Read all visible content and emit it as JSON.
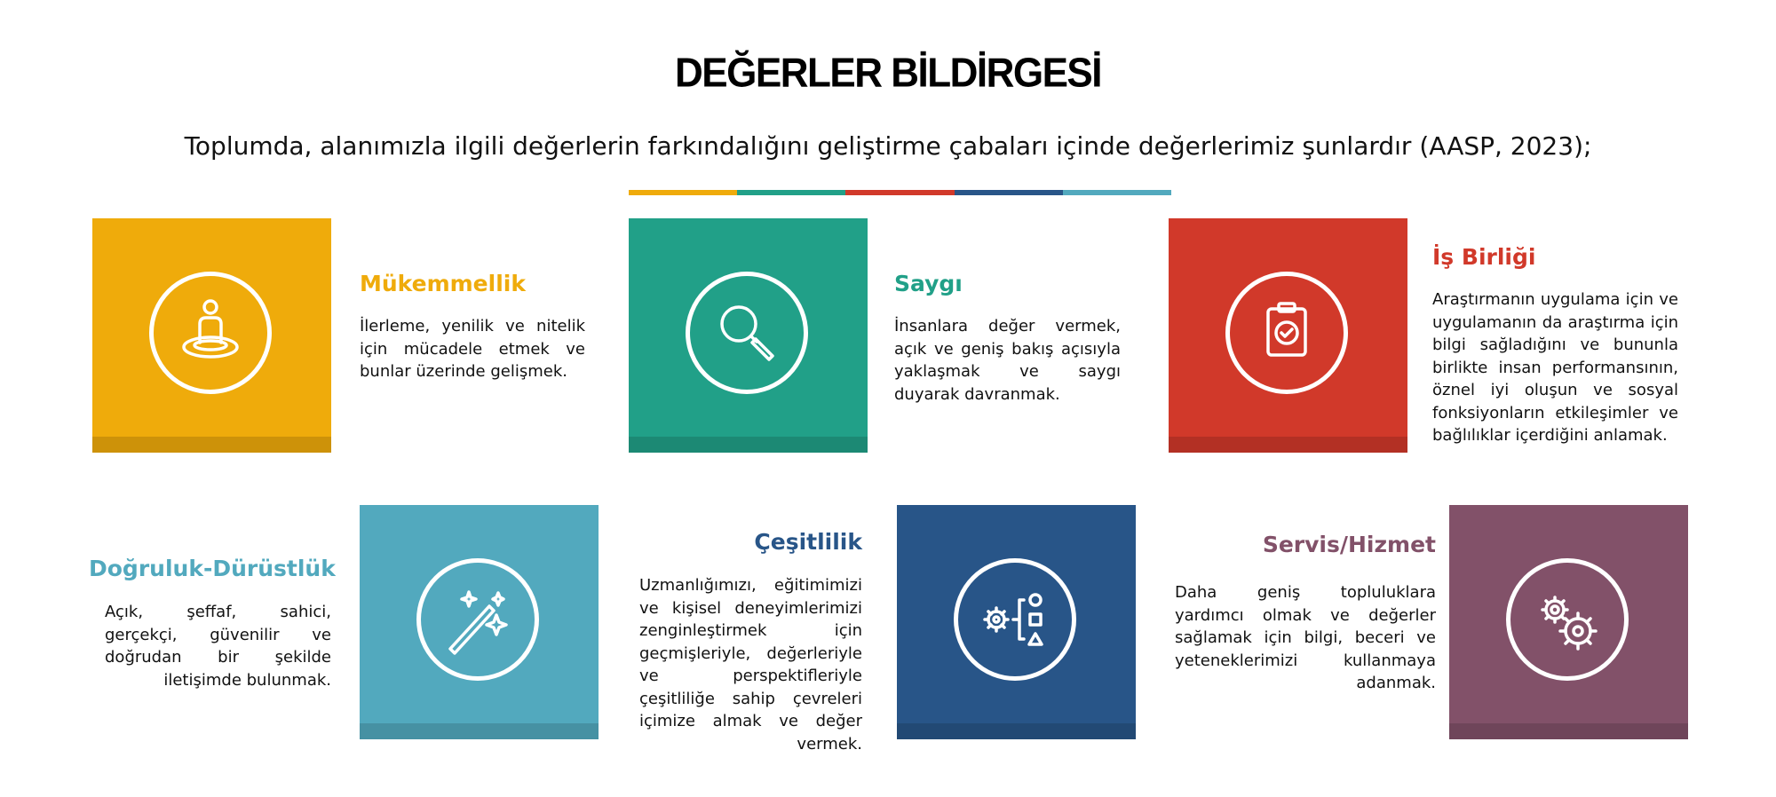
{
  "title": "DEĞERLER BİLDİRGESİ",
  "subtitle": "Toplumda, alanımızla ilgili değerlerin farkındalığını geliştirme çabaları içinde değerlerimiz şunlardır (AASP, 2023);",
  "colors": [
    "#efab0b",
    "#21a088",
    "#d1392a",
    "#285588",
    "#52a9be",
    "#825169"
  ],
  "values": [
    {
      "heading": "Mükemmellik",
      "description": "İlerleme, yenilik ve nitelik için mücadele etmek ve bunlar üzerinde gelişmek.",
      "color": "#efab0b",
      "icon": "person-on-podium-icon"
    },
    {
      "heading": "Saygı",
      "description": "İnsanlara değer vermek, açık ve geniş bakış açısıyla yaklaşmak ve saygı duyarak davranmak.",
      "color": "#21a088",
      "icon": "magnifier-icon"
    },
    {
      "heading": "İş Birliği",
      "description": "Araştırmanın uygulama için ve uygulamanın da araştırma için bilgi sağladığını ve bununla birlikte insan performansının, öznel iyi oluşun ve sosyal fonksiyonların etkileşimler ve bağlılıklar içerdiğini anlamak.",
      "color": "#d1392a",
      "icon": "clipboard-check-icon"
    },
    {
      "heading": "Doğruluk-Dürüstlük",
      "description": "Açık, şeffaf, sahici, gerçekçi, güvenilir ve doğrudan bir şekilde iletişimde bulunmak.",
      "color": "#52a9be",
      "icon": "magic-wand-icon"
    },
    {
      "heading": "Çeşitlilik",
      "description": "Uzmanlığımızı, eğitimimizi ve kişisel deneyimlerimizi zenginleştirmek için geçmişleriyle, değerleriyle ve perspektifleriyle çeşitliliğe sahip çevreleri içimize almak ve değer vermek.",
      "color": "#285588",
      "icon": "gear-shapes-icon"
    },
    {
      "heading": "Servis/Hizmet",
      "description": "Daha geniş topluluklara yardımcı olmak ve değerler sağlamak için bilgi, beceri ve yeteneklerimizi kullanmaya adanmak.",
      "color": "#825169",
      "icon": "gears-icon"
    }
  ]
}
